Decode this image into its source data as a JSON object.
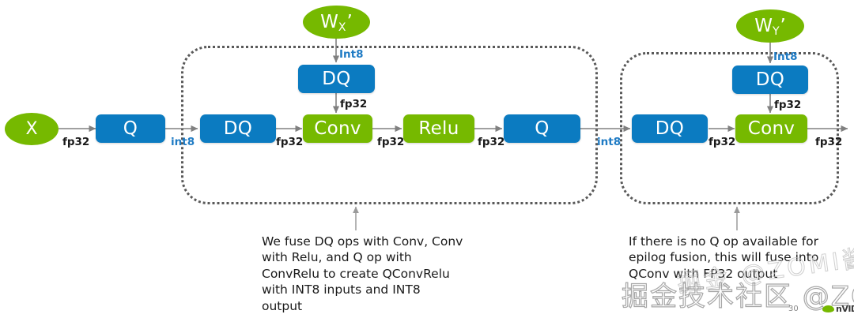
{
  "colors": {
    "blue": "#0B7BC1",
    "green": "#76B900",
    "int8_text": "#1F7BC4",
    "frame": "#595959",
    "arrow": "#808080"
  },
  "nodes": {
    "input_x": "X",
    "weight_x": {
      "base": "W",
      "sub": "X",
      "prime": "’"
    },
    "weight_y": {
      "base": "W",
      "sub": "Y",
      "prime": "’"
    },
    "left_dq_weight": "DQ",
    "left_dq_act": "DQ",
    "left_conv": "Conv",
    "left_relu": "Relu",
    "left_q": "Q",
    "input_q": "Q",
    "right_dq_weight": "DQ",
    "right_dq_act": "DQ",
    "right_conv": "Conv"
  },
  "edge_labels": {
    "x_to_q": "fp32",
    "q_to_dq": "int8",
    "wx_to_dq": "Int8",
    "dqw_to_conv": "fp32",
    "dq_to_conv": "fp32",
    "conv_to_relu": "fp32",
    "relu_to_q": "fp32",
    "q_out_int8": "int8",
    "wy_to_dq": "Int8",
    "dqw2_to_conv": "fp32",
    "dq2_to_conv": "fp32",
    "conv2_out": "fp32"
  },
  "captions": {
    "left": "We fuse DQ ops with Conv,  Conv\nwith Relu,  and Q op with\nConvRelu to create QConvRelu\nwith INT8 inputs and INT8\noutput",
    "right": "If there is no Q op available for\nepilog fusion, this will fuse into\nQConv with FP32 output"
  },
  "overlay": {
    "watermark": "掘金技术社区 @ZOMI酱",
    "watermark_ghost": "掘金 @ZOMI酱",
    "page_number": "30",
    "logo_text": "nVIDIA"
  }
}
